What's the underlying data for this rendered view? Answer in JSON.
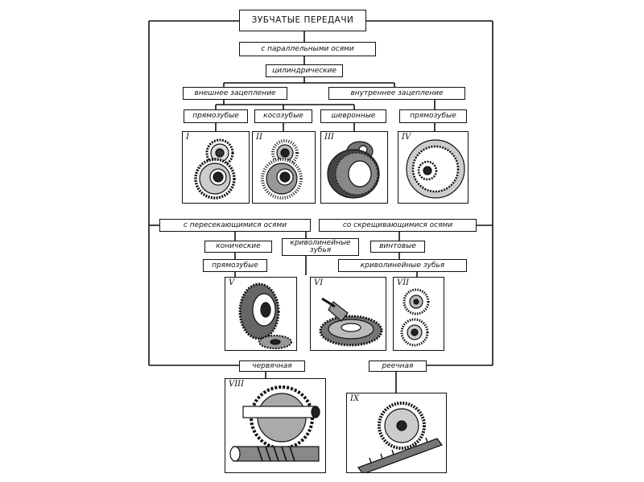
{
  "diagram": {
    "title": "ЗУБЧАТЫЕ ПЕРЕДАЧИ",
    "parallel_axes": "с параллельными осями",
    "cylindrical": "цилиндрические",
    "external_mesh": "внешнее зацепление",
    "internal_mesh": "внутреннее зацепление",
    "spur_1": "прямозубые",
    "helical": "косозубые",
    "herringbone": "шевронные",
    "spur_2": "прямозубые",
    "intersecting_axes": "с пересекающимися осями",
    "crossed_axes": "со скрещивающимися осями",
    "bevel": "конические",
    "curved_teeth_1_line1": "криволинейные",
    "curved_teeth_1_line2": "зубья",
    "screw": "винтовые",
    "spur_3": "прямозубые",
    "curved_teeth_2": "криволинейные зубья",
    "worm": "червячная",
    "rack": "реечная",
    "panels": [
      "I",
      "II",
      "III",
      "IV",
      "V",
      "VI",
      "VII",
      "VIII",
      "IX"
    ]
  }
}
